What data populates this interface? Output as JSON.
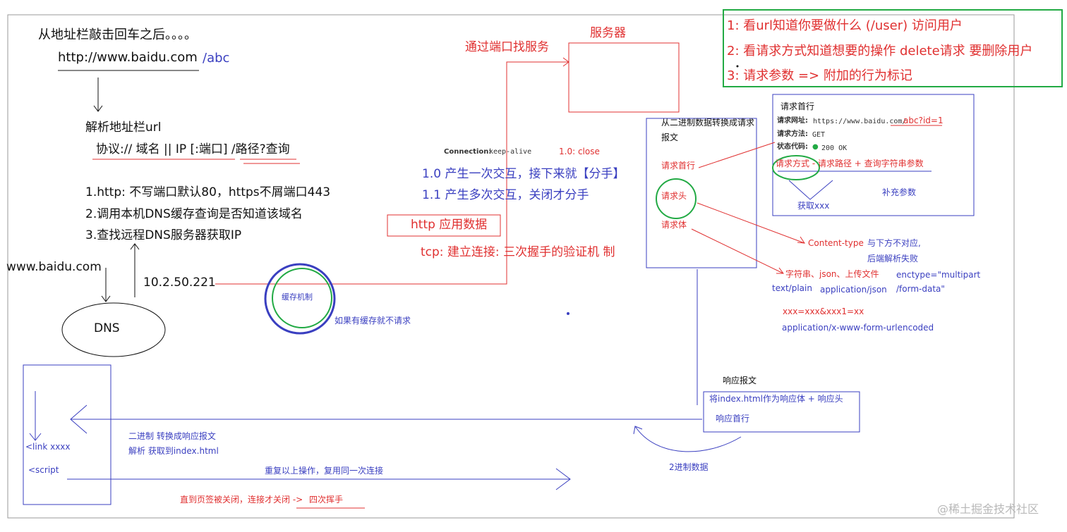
{
  "colors": {
    "red": "#e03030",
    "blue": "#3a3fc0",
    "green": "#22aa44",
    "black": "#111111",
    "gray": "#888888"
  },
  "intro": {
    "title": "从地址栏敲击回车之后。。。。",
    "url": "http://www.baidu.com",
    "path": "/abc"
  },
  "parse": {
    "heading": "解析地址栏url",
    "pattern": "协议:// 域名 || IP [:端口] /路径?查询",
    "steps": [
      "1.http: 不写端口默认80，https不屑端口443",
      "2.调用本机DNS缓存查询是否知道该域名",
      "3.查找远程DNS服务器获取IP"
    ]
  },
  "dns": {
    "domain": "www.baidu.com",
    "ip": "10.2.50.221",
    "label": "DNS"
  },
  "cache": {
    "label": "缓存机制",
    "note": "如果有缓存就不请求"
  },
  "transport": {
    "port_service": "通过端口找服务",
    "connection": "Connection:",
    "connection_value": "keep-alive",
    "v10_close": "1.0: close",
    "v10": "1.0 产生一次交互，接下来就【分手】",
    "v11": "1.1 产生多次交互，关闭才分手",
    "http_data": "http 应用数据",
    "tcp": "tcp: 建立连接:  三次握手的验证机 制"
  },
  "server": {
    "label": "服务器"
  },
  "notes": {
    "n1": "1:  看url知道你要做什么    (/user)  访问用户",
    "n2": "2:  看请求方式知道想要的操作 delete请求  要删除用户",
    "n3": "3:  请求参数 => 附加的行为标记"
  },
  "request_msg": {
    "title_line1": "从二进制数据转换成请求",
    "title_line2": "报文",
    "first_line": "请求首行",
    "headers": "请求头",
    "body": "请求体"
  },
  "first_line_box": {
    "title": "请求首行",
    "url_label": "请求网址:",
    "url_value": "https://www.baidu.com/",
    "url_query": "abc?id=1",
    "method_label": "请求方法:",
    "method_value": "GET",
    "status_label": "状态代码:",
    "status_value": "200 OK",
    "parts": "请求方式  -  请求路径  +  查询字符串参数",
    "get_xxx": "获取xxx",
    "extra_params": "补充参数"
  },
  "content_type": {
    "ct": "Content-type",
    "mismatch": "与下方不对应,",
    "fail": "后端解析失败",
    "types": "字符串、json、上传文件",
    "plain": "text/plain",
    "json": "application/json",
    "enctype1": "enctype=\"multipart",
    "enctype2": "/form-data\"",
    "urlenc_example": "xxx=xxx&xxx1=xx",
    "urlenc": "application/x-www-form-urlencoded"
  },
  "response": {
    "label": "响应报文",
    "body": "将index.html作为响应体 + 响应头",
    "first_line": "响应首行",
    "binary": "2进制数据"
  },
  "browser": {
    "link": "<link xxxx",
    "script": "<script",
    "convert": "二进制 转换成响应报文",
    "parse": "解析 获取到index.html",
    "repeat": "重复以上操作，复用同一次连接",
    "close": "直到页签被关闭，连接才关闭 ->",
    "four_wave": "四次挥手"
  },
  "watermark": "@稀土掘金技术社区"
}
